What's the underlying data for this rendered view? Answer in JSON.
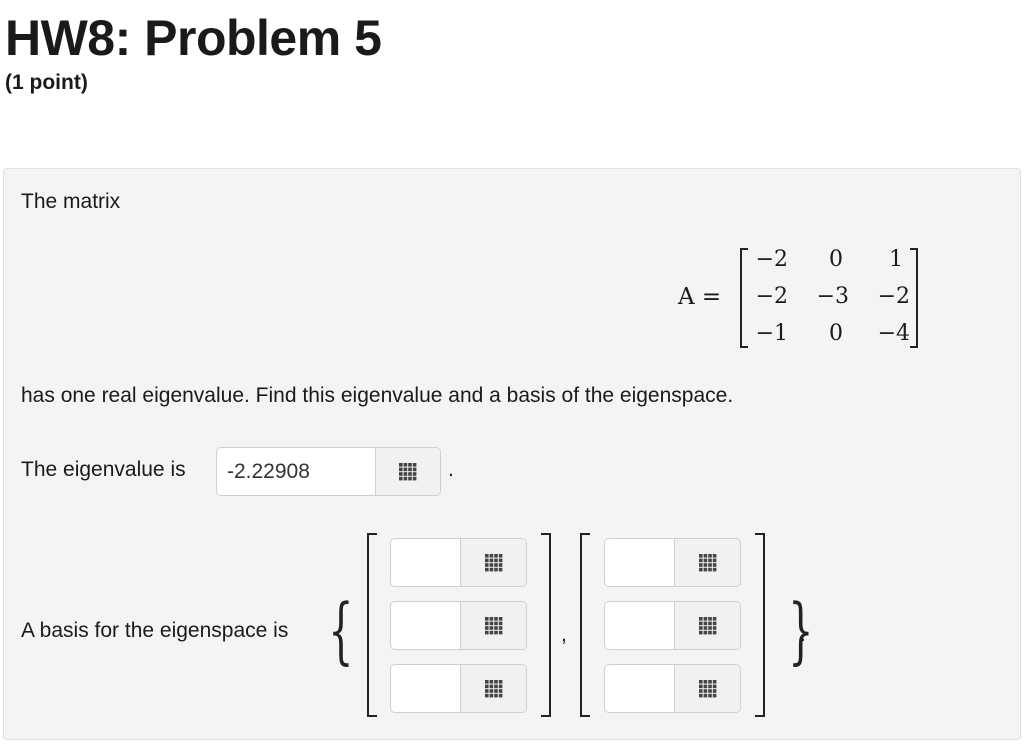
{
  "header": {
    "title": "HW8: Problem 5",
    "points": "(1 point)"
  },
  "problem": {
    "intro": "The matrix",
    "matrix_label": "A =",
    "matrix": [
      [
        "−2",
        "0",
        "1"
      ],
      [
        "−2",
        "−3",
        "−2"
      ],
      [
        "−1",
        "0",
        "−4"
      ]
    ],
    "statement": "has one real eigenvalue. Find this eigenvalue and a basis of the eigenspace.",
    "eigenvalue_label": "The eigenvalue is",
    "eigenvalue_value": "-2.22908",
    "eigenvalue_period": ".",
    "basis_label": "A basis for the eigenspace is",
    "open_brace": "{",
    "close_brace": "}",
    "comma": ",",
    "basis_period": ".",
    "palette_icon": "grid-icon"
  }
}
